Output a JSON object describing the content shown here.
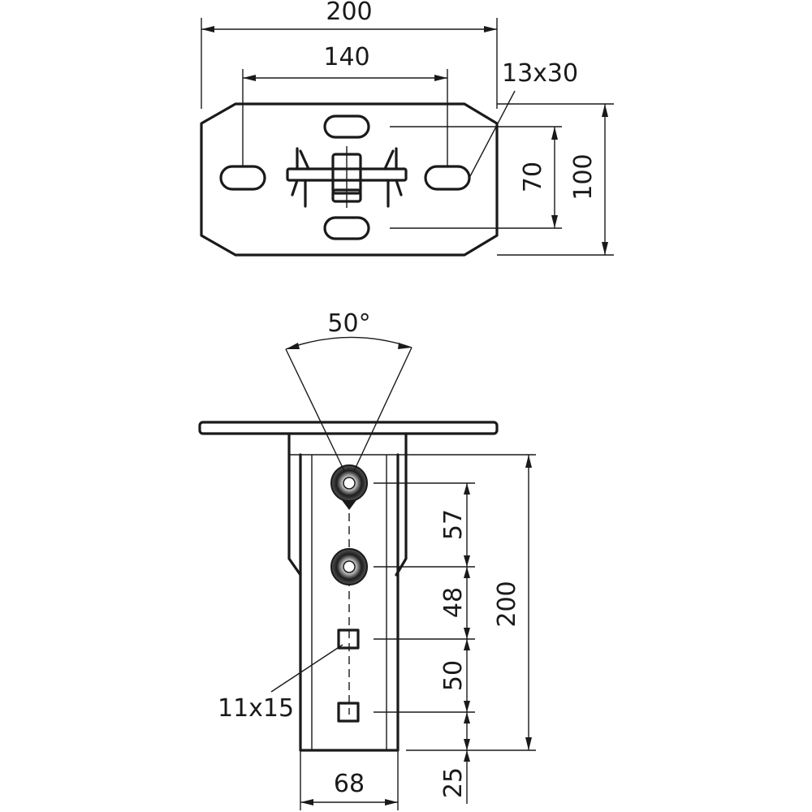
{
  "top_view": {
    "dim_overall_width": "200",
    "dim_hole_spacing": "140",
    "dim_slot_size": "13x30",
    "dim_slot_spacing_vertical": "70",
    "dim_overall_height": "100"
  },
  "side_view": {
    "dim_angle": "50°",
    "dim_spacing_1": "57",
    "dim_spacing_2": "48",
    "dim_spacing_3": "50",
    "dim_end_distance": "25",
    "dim_overall_length": "200",
    "dim_hole_size": "11x15",
    "dim_channel_width": "68"
  }
}
